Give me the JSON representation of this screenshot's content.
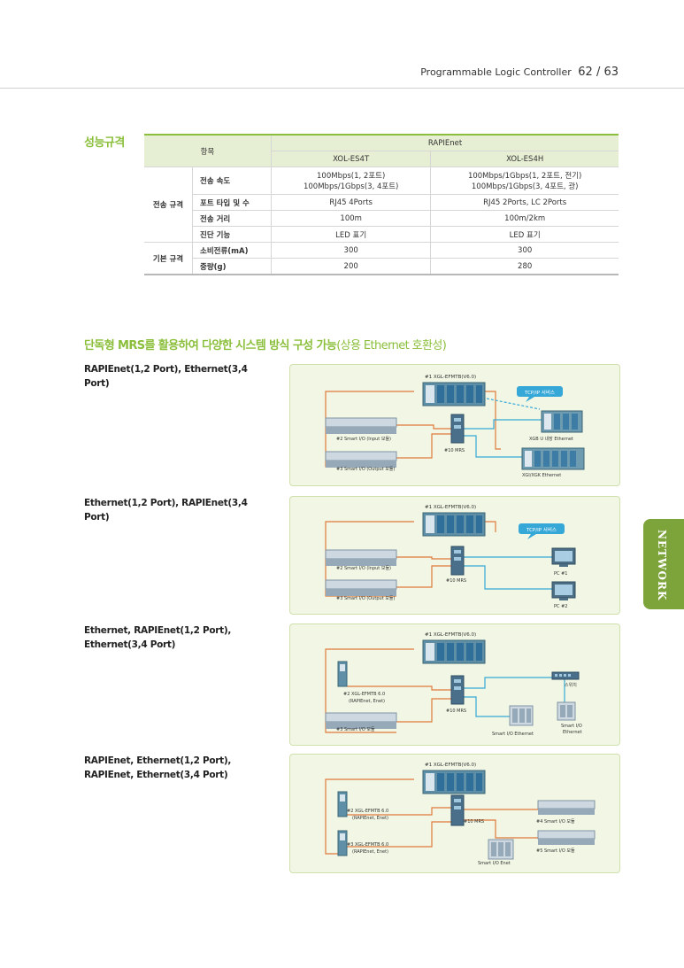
{
  "header": {
    "title": "Programmable Logic Controller",
    "page": "62 / 63"
  },
  "spec": {
    "title": "성능규격",
    "col_item": "항목",
    "col_group": "RAPIEnet",
    "models": [
      "XOL-ES4T",
      "XOL-ES4H"
    ],
    "cat1": "전송 규격",
    "cat2": "기본 규격",
    "rows": [
      {
        "item": "전송 속도",
        "v1a": "100Mbps(1, 2포트)",
        "v1b": "100Mbps/1Gbps(3, 4포트)",
        "v2a": "100Mbps/1Gbps(1, 2포트, 전기)",
        "v2b": "100Mbps/1Gbps(3, 4포트, 광)"
      },
      {
        "item": "포트 타입 및 수",
        "v1": "RJ45 4Ports",
        "v2": "RJ45 2Ports, LC 2Ports"
      },
      {
        "item": "전송 거리",
        "v1": "100m",
        "v2": "100m/2km"
      },
      {
        "item": "진단 기능",
        "v1": "LED 표기",
        "v2": "LED 표기"
      },
      {
        "item": "소비전류(mA)",
        "v1": "300",
        "v2": "300"
      },
      {
        "item": "중량(g)",
        "v1": "200",
        "v2": "280"
      }
    ]
  },
  "systems": {
    "title": "단독형 MRS를 활용하여 다양한 시스템 방식 구성 가능",
    "subtitle": "(상용 Ethernet 호환성)",
    "cases": [
      {
        "label": [
          "RAPIEnet(1,2 Port), Ethernet(3,4 Port)"
        ],
        "main": "#1  XGL-EFMTB(V6.0)",
        "tcp": "TCP/IP 서비스",
        "dev2": "#2  Smart I/O (Input 모듈)",
        "dev3": "#3  Smart I/O (Output 모듈)",
        "mrs": "#10  MRS",
        "right1": "XGB U 내장 Ethernet",
        "right2": "XGI/XGK Ethernet"
      },
      {
        "label": [
          "Ethernet(1,2 Port), RAPIEnet(3,4 Port)"
        ],
        "main": "#1  XGL-EFMTB(V6.0)",
        "tcp": "TCP/IP 서비스",
        "dev2": "#2  Smart I/O (Input 모듈)",
        "dev3": "#3  Smart I/O (Output 모듈)",
        "mrs": "#10  MRS",
        "right1": "PC  #1",
        "right2": "PC  #2"
      },
      {
        "label": [
          "Ethernet, RAPIEnet(1,2 Port),",
          "Ethernet(3,4 Port)"
        ],
        "main": "#1  XGL-EFMTB(V6.0)",
        "dev2a": "#2  XGL-EFMTB 6.0",
        "dev2b": "(RAPIEnet, Enet)",
        "dev3": "#3  Smart I/O 모듈",
        "mrs": "#10  MRS",
        "switch": "스위치",
        "mid": "Smart I/O Ethernet",
        "right2a": "Smart I/O",
        "right2b": "Ethernet"
      },
      {
        "label": [
          "RAPIEnet, Ethernet(1,2 Port),",
          "RAPIEnet, Ethernet(3,4 Port)"
        ],
        "main": "#1  XGL-EFMTB(V6.0)",
        "dev2a": "#2  XGL-EFMTB 6.0",
        "dev2b": "(RAPIEnet, Enet)",
        "dev3a": "#3  XGL-EFMTB 6.0",
        "dev3b": "(RAPIEnet, Enet)",
        "mrs": "#10  MRS",
        "right1": "#4  Smart I/O 모듈",
        "right2": "#5  Smart I/O 모듈",
        "mid": "Smart I/O Enet"
      }
    ]
  },
  "side_tab": "NETWORK",
  "colors": {
    "accent": "#8bbf3b",
    "rapienet_line": "#e07a3a",
    "ethernet_line": "#36a8d8",
    "tab": "#7da33b"
  }
}
